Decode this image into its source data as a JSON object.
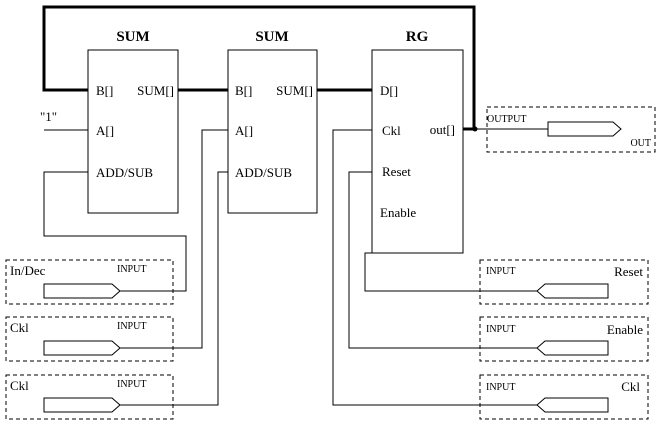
{
  "blocks": {
    "sum1": {
      "title": "SUM",
      "ports": {
        "b": "B[]",
        "sum": "SUM[]",
        "a": "A[]",
        "addsub": "ADD/SUB"
      }
    },
    "sum2": {
      "title": "SUM",
      "ports": {
        "b": "B[]",
        "sum": "SUM[]",
        "a": "A[]",
        "addsub": "ADD/SUB"
      }
    },
    "rg": {
      "title": "RG",
      "ports": {
        "d": "D[]",
        "ckl": "Ckl",
        "out": "out[]",
        "reset": "Reset",
        "enable": "Enable"
      }
    }
  },
  "constant_label": "\"1\"",
  "inputs_left": [
    {
      "kind": "INPUT",
      "name": "In/Dec"
    },
    {
      "kind": "INPUT",
      "name": "Ckl"
    },
    {
      "kind": "INPUT",
      "name": "Ckl"
    }
  ],
  "inputs_right": [
    {
      "kind": "INPUT",
      "name": "Reset"
    },
    {
      "kind": "INPUT",
      "name": "Enable"
    },
    {
      "kind": "INPUT",
      "name": "Ckl"
    }
  ],
  "output": {
    "kind": "OUTPUT",
    "name": "OUT"
  }
}
